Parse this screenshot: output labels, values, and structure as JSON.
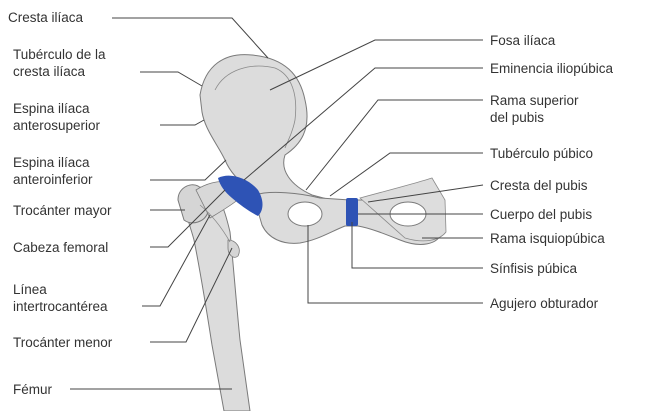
{
  "colors": {
    "bone": "#dcdcdc",
    "bone_outline": "#7a7a7a",
    "cartilage": "#2e53b5",
    "leader": "#444444",
    "text": "#333333"
  },
  "labels_left": {
    "cresta_iliaca": "Cresta ilíaca",
    "tuberculo_cresta_1": "Tubérculo de la",
    "tuberculo_cresta_2": "cresta ilíaca",
    "espina_as_1": "Espina ilíaca",
    "espina_as_2": "anterosuperior",
    "espina_ai_1": "Espina ilíaca",
    "espina_ai_2": "anteroinferior",
    "trocanter_mayor": "Trocánter mayor",
    "cabeza_femoral": "Cabeza femoral",
    "linea_inter_1": "Línea",
    "linea_inter_2": "intertrocantérea",
    "trocanter_menor": "Trocánter menor",
    "femur": "Fémur"
  },
  "labels_right": {
    "fosa_iliaca": "Fosa ilíaca",
    "eminencia": "Eminencia iliopúbica",
    "rama_sup_1": "Rama superior",
    "rama_sup_2": "del pubis",
    "tuberculo_pubico": "Tubérculo púbico",
    "cresta_pubis": "Cresta del pubis",
    "cuerpo_pubis": "Cuerpo del pubis",
    "rama_isquio": "Rama isquiopúbica",
    "sinfisis": "Sínfisis púbica",
    "agujero": "Agujero obturador"
  }
}
